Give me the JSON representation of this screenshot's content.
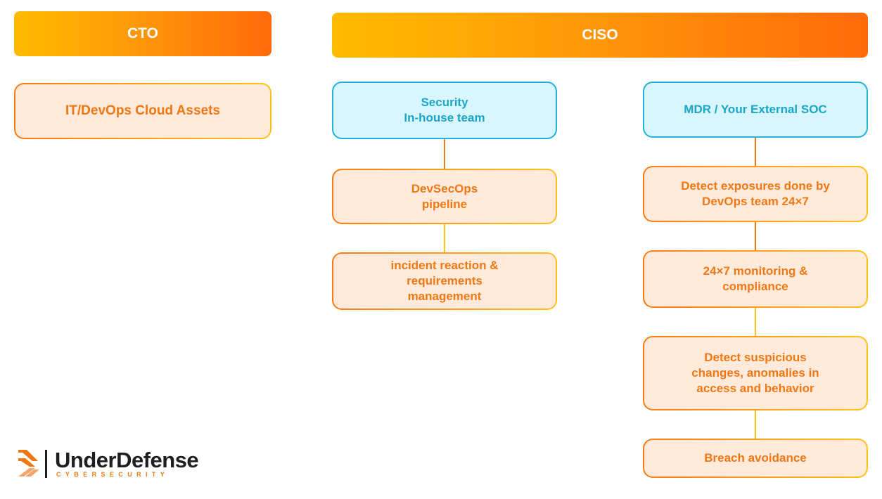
{
  "headers": {
    "cto": "CTO",
    "ciso": "CISO"
  },
  "cto_column": {
    "assets": "IT/DevOps Cloud Assets"
  },
  "inhouse_column": {
    "team": "Security\nIn-house team",
    "pipeline": "DevSecOps\npipeline",
    "incident": "incident reaction &\nrequirements\nmanagement"
  },
  "mdr_column": {
    "team": "MDR / Your External SOC",
    "detect_exposures": "Detect exposures done by\nDevOps team 24×7",
    "monitoring": "24×7 monitoring &\ncompliance",
    "suspicious": "Detect suspicious\nchanges, anomalies in\naccess and behavior",
    "breach": "Breach avoidance"
  },
  "logo": {
    "name": "UnderDefense",
    "tagline": "CYBERSECURITY"
  },
  "colors": {
    "header_gradient_start": "#ffbb00",
    "header_gradient_end": "#ff6a0a",
    "orange_text": "#f07812",
    "orange_fill": "#ffeadb",
    "blue_text": "#1aa6c8",
    "blue_fill": "#d9f5fd",
    "blue_border": "#22b3d8",
    "connector_orange": "#f07812",
    "connector_yellow": "#ffc21a"
  }
}
